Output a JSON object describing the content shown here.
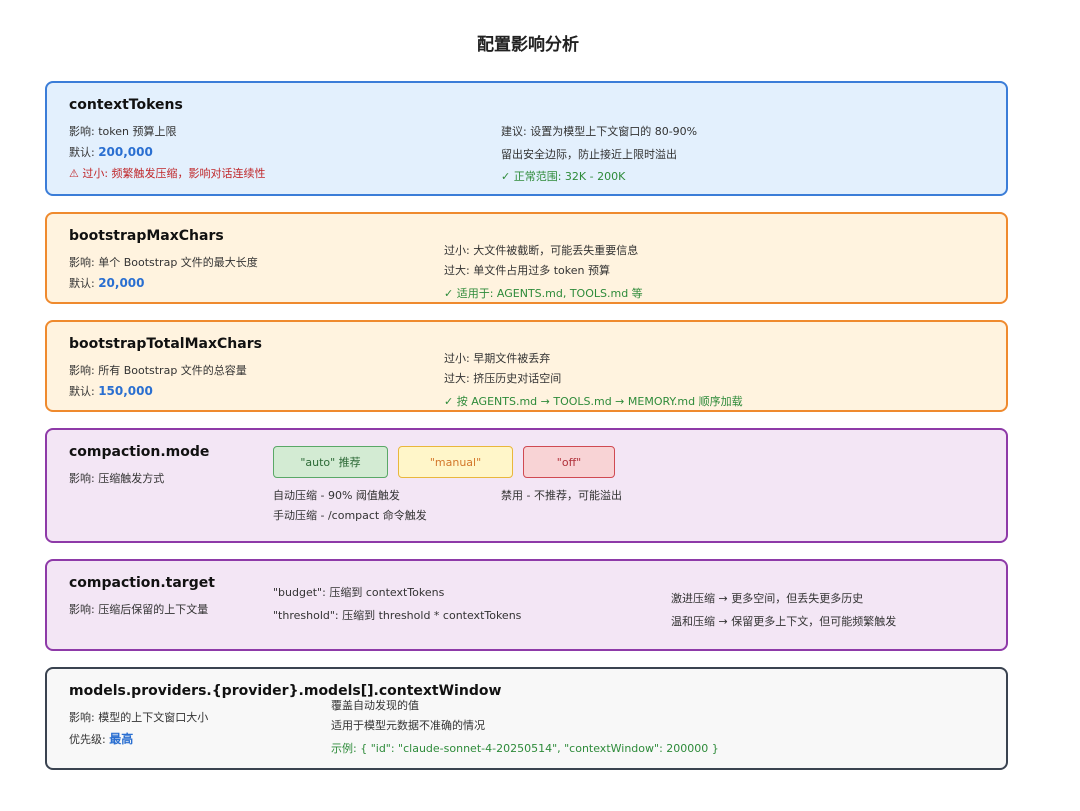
{
  "title": "配置影响分析",
  "cards": {
    "context_tokens": {
      "name": "contextTokens",
      "impact": "影响: token 预算上限",
      "default_prefix": "默认: ",
      "default_value": "200,000",
      "warning": "⚠ 过小: 频繁触发压缩，影响对话连续性",
      "advice": "建议: 设置为模型上下文窗口的 80-90%",
      "advice2": "留出安全边际，防止接近上限时溢出",
      "range": "✓ 正常范围: 32K - 200K"
    },
    "bootstrap_max_chars": {
      "name": "bootstrapMaxChars",
      "impact": "影响: 单个 Bootstrap 文件的最大长度",
      "default_prefix": "默认: ",
      "default_value": "20,000",
      "too_small": "过小: 大文件被截断，可能丢失重要信息",
      "too_large": "过大: 单文件占用过多 token 预算",
      "applies": "✓ 适用于: AGENTS.md, TOOLS.md 等"
    },
    "bootstrap_total_max_chars": {
      "name": "bootstrapTotalMaxChars",
      "impact": "影响: 所有 Bootstrap 文件的总容量",
      "default_prefix": "默认: ",
      "default_value": "150,000",
      "too_small": "过小: 早期文件被丢弃",
      "too_large": "过大: 挤压历史对话空间",
      "order": "✓ 按 AGENTS.md → TOOLS.md → MEMORY.md 顺序加载"
    },
    "compaction_mode": {
      "name": "compaction.mode",
      "impact": "影响: 压缩触发方式",
      "auto_label": "\"auto\" 推荐",
      "manual_label": "\"manual\"",
      "off_label": "\"off\"",
      "auto_desc": "自动压缩 - 90% 阈值触发",
      "manual_desc": "手动压缩 - /compact 命令触发",
      "off_desc": "禁用 - 不推荐，可能溢出"
    },
    "compaction_target": {
      "name": "compaction.target",
      "impact": "影响: 压缩后保留的上下文量",
      "budget": "\"budget\": 压缩到 contextTokens",
      "threshold": "\"threshold\": 压缩到 threshold * contextTokens",
      "aggressive": "激进压缩 → 更多空间，但丢失更多历史",
      "gentle": "温和压缩 → 保留更多上下文，但可能频繁触发"
    },
    "context_window": {
      "name": "models.providers.{provider}.models[].contextWindow",
      "impact": "影响: 模型的上下文窗口大小",
      "priority_prefix": "优先级: ",
      "priority_value": "最高",
      "override": "覆盖自动发现的值",
      "applies": "适用于模型元数据不准确的情况",
      "example": "示例: { \"id\": \"claude-sonnet-4-20250514\", \"contextWindow\": 200000 }"
    }
  },
  "colors": {
    "blue_card": "#e3f0fd",
    "orange_card": "#fff3df",
    "purple_card": "#f3e6f5",
    "gray_card": "#f8f8f8",
    "accent_value": "#2a6fd1",
    "warning": "#c0282b",
    "ok": "#2e8b3a"
  }
}
